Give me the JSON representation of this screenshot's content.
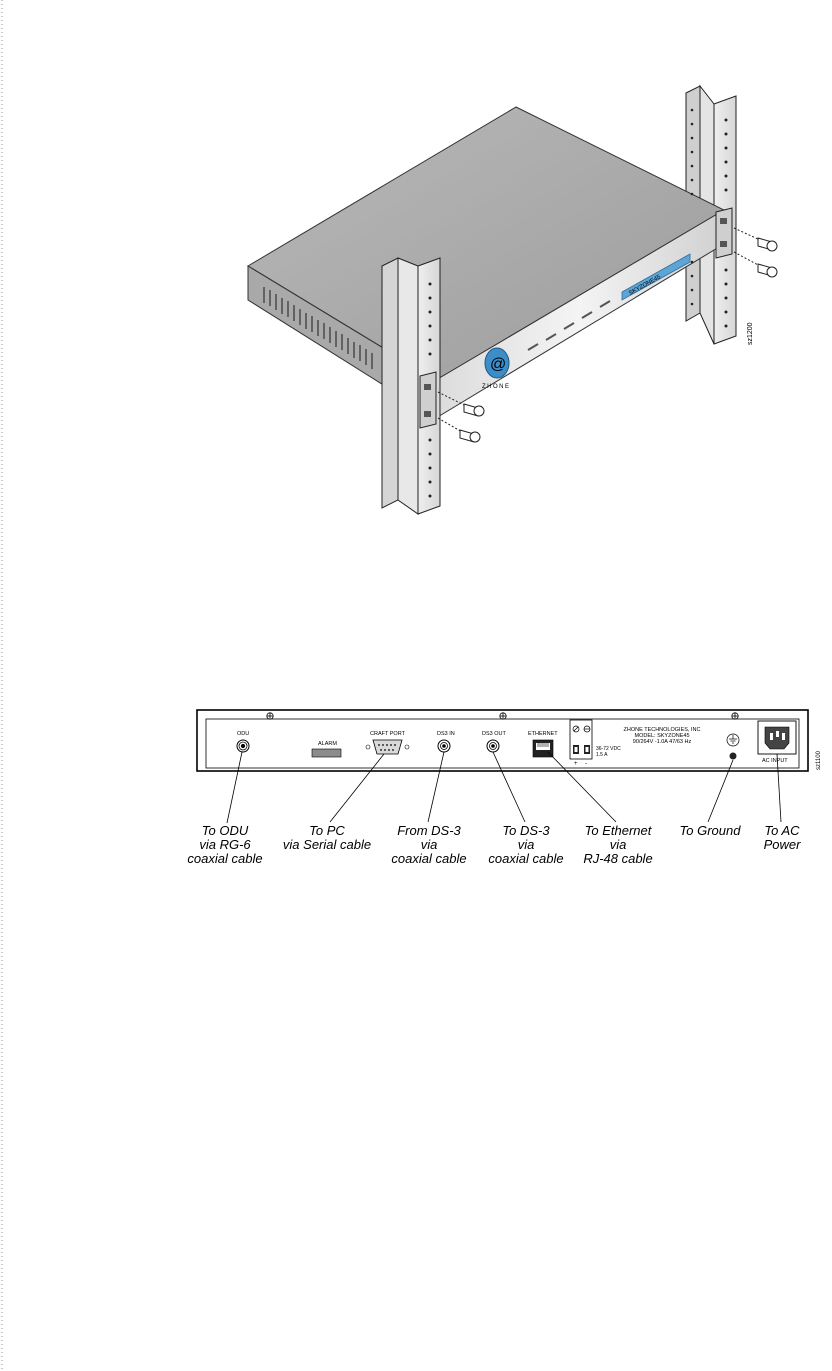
{
  "front_figure": {
    "product_label": "SKYZONE45",
    "logo_text": "ZHONE",
    "logo_glyph": "@",
    "figure_id": "sz1200"
  },
  "rear_panel": {
    "figure_id": "sz1100",
    "port_labels": {
      "odu": "ODU",
      "alarm": "ALARM",
      "craft_port": "CRAFT PORT",
      "ds3_in": "DS3 IN",
      "ds3_out": "DS3 OUT",
      "ethernet": "ETHERNET",
      "ac_input": "AC INPUT"
    },
    "dc_rating": [
      "36-72 VDC",
      "1.5 A"
    ],
    "dc_polarity": [
      "+",
      "-"
    ],
    "manufacturer_block": [
      "ZHONE TECHNOLOGIES, INC",
      "MODEL: SKYZONE45",
      "90/264V  -1.0A  47/63 Hz"
    ]
  },
  "callouts": [
    {
      "id": "odu",
      "lines": [
        "To ODU",
        "via RG-6",
        "coaxial cable"
      ]
    },
    {
      "id": "pc",
      "lines": [
        "To PC",
        "via Serial cable"
      ]
    },
    {
      "id": "ds3-from",
      "lines": [
        "From DS-3",
        "via",
        "coaxial cable"
      ]
    },
    {
      "id": "ds3-to",
      "lines": [
        "To DS-3",
        "via",
        "coaxial cable"
      ]
    },
    {
      "id": "ethernet",
      "lines": [
        "To Ethernet",
        "via",
        "RJ-48 cable"
      ]
    },
    {
      "id": "ground",
      "lines": [
        "To Ground"
      ]
    },
    {
      "id": "ac",
      "lines": [
        "To AC",
        "Power"
      ]
    }
  ]
}
